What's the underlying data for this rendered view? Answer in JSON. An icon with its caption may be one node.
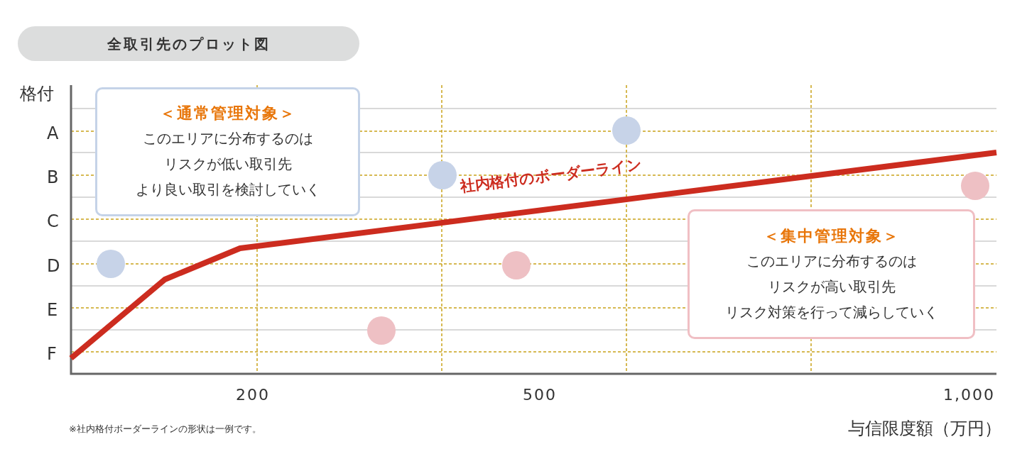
{
  "diagram": {
    "title": "全取引先のプロット図",
    "nodes": [
      {
        "text": [
          "＜通常管理対象＞",
          "このエリアに分布するのは",
          "リスクが低い取引先",
          "より良い取引を検討していく"
        ]
      },
      {
        "text": [
          "＜集中管理対象＞",
          "このエリアに分布するのは",
          "リスクが高い取引先",
          "リスク対策を行って減らしていく"
        ]
      }
    ],
    "labels": [
      "格付",
      "A",
      "B",
      "C",
      "D",
      "E",
      "F",
      "社内格付のボーダーライン",
      "200",
      "500",
      "1,000",
      "※社内格付ボーダーラインの形状は一例です。",
      "与信限度額（万円）"
    ]
  }
}
